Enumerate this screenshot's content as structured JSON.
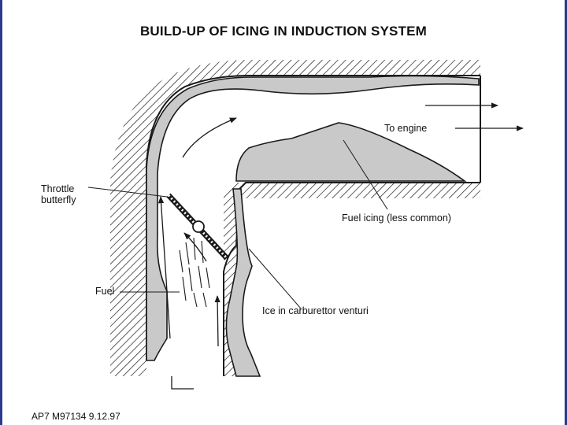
{
  "title": "BUILD-UP OF ICING IN INDUCTION SYSTEM",
  "labels": {
    "throttle_line1": "Throttle",
    "throttle_line2": "butterfly",
    "fuel": "Fuel",
    "to_engine": "To engine",
    "fuel_icing": "Fuel icing (less common)",
    "venturi_ice": "Ice in carburettor venturi"
  },
  "footer": "AP7 M97134 9.12.97",
  "colors": {
    "ice": "#c9c9c9",
    "line": "#1a1a1a",
    "frame": "#2b3a8c"
  }
}
